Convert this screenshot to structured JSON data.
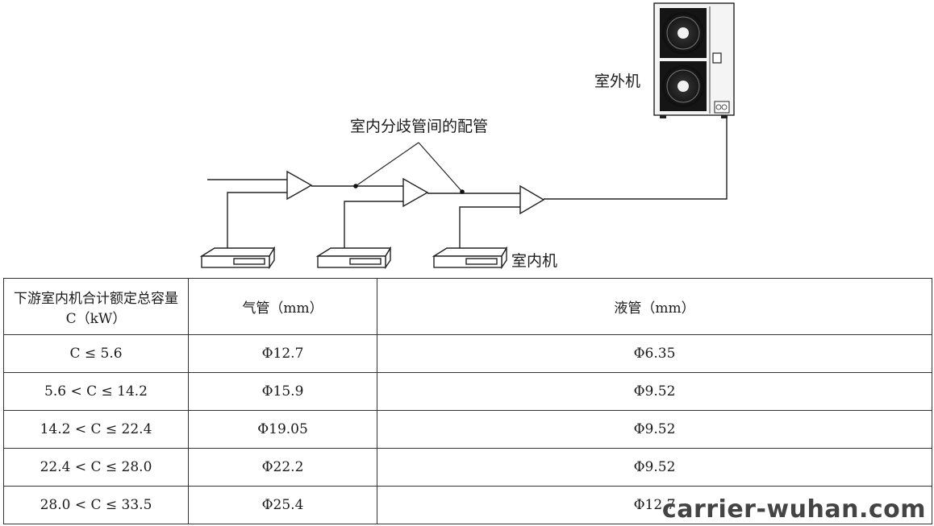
{
  "diagram": {
    "outdoor_unit_label": "室外机",
    "branch_pipe_label": "室内分歧管间的配管",
    "indoor_unit_label": "室内机"
  },
  "table": {
    "headers": [
      "下游室内机合计额定总容量C（kW）",
      "气管（mm）",
      "液管（mm）"
    ],
    "rows": [
      {
        "capacity": "C ≤ 5.6",
        "gas": "Φ12.7",
        "liquid": "Φ6.35"
      },
      {
        "capacity": "5.6 < C ≤ 14.2",
        "gas": "Φ15.9",
        "liquid": "Φ9.52"
      },
      {
        "capacity": "14.2 < C ≤ 22.4",
        "gas": "Φ19.05",
        "liquid": "Φ9.52"
      },
      {
        "capacity": "22.4 < C ≤ 28.0",
        "gas": "Φ22.2",
        "liquid": "Φ9.52"
      },
      {
        "capacity": "28.0 < C ≤ 33.5",
        "gas": "Φ25.4",
        "liquid": "Φ12.7"
      }
    ]
  },
  "watermark": "carrier-wuhan.com"
}
